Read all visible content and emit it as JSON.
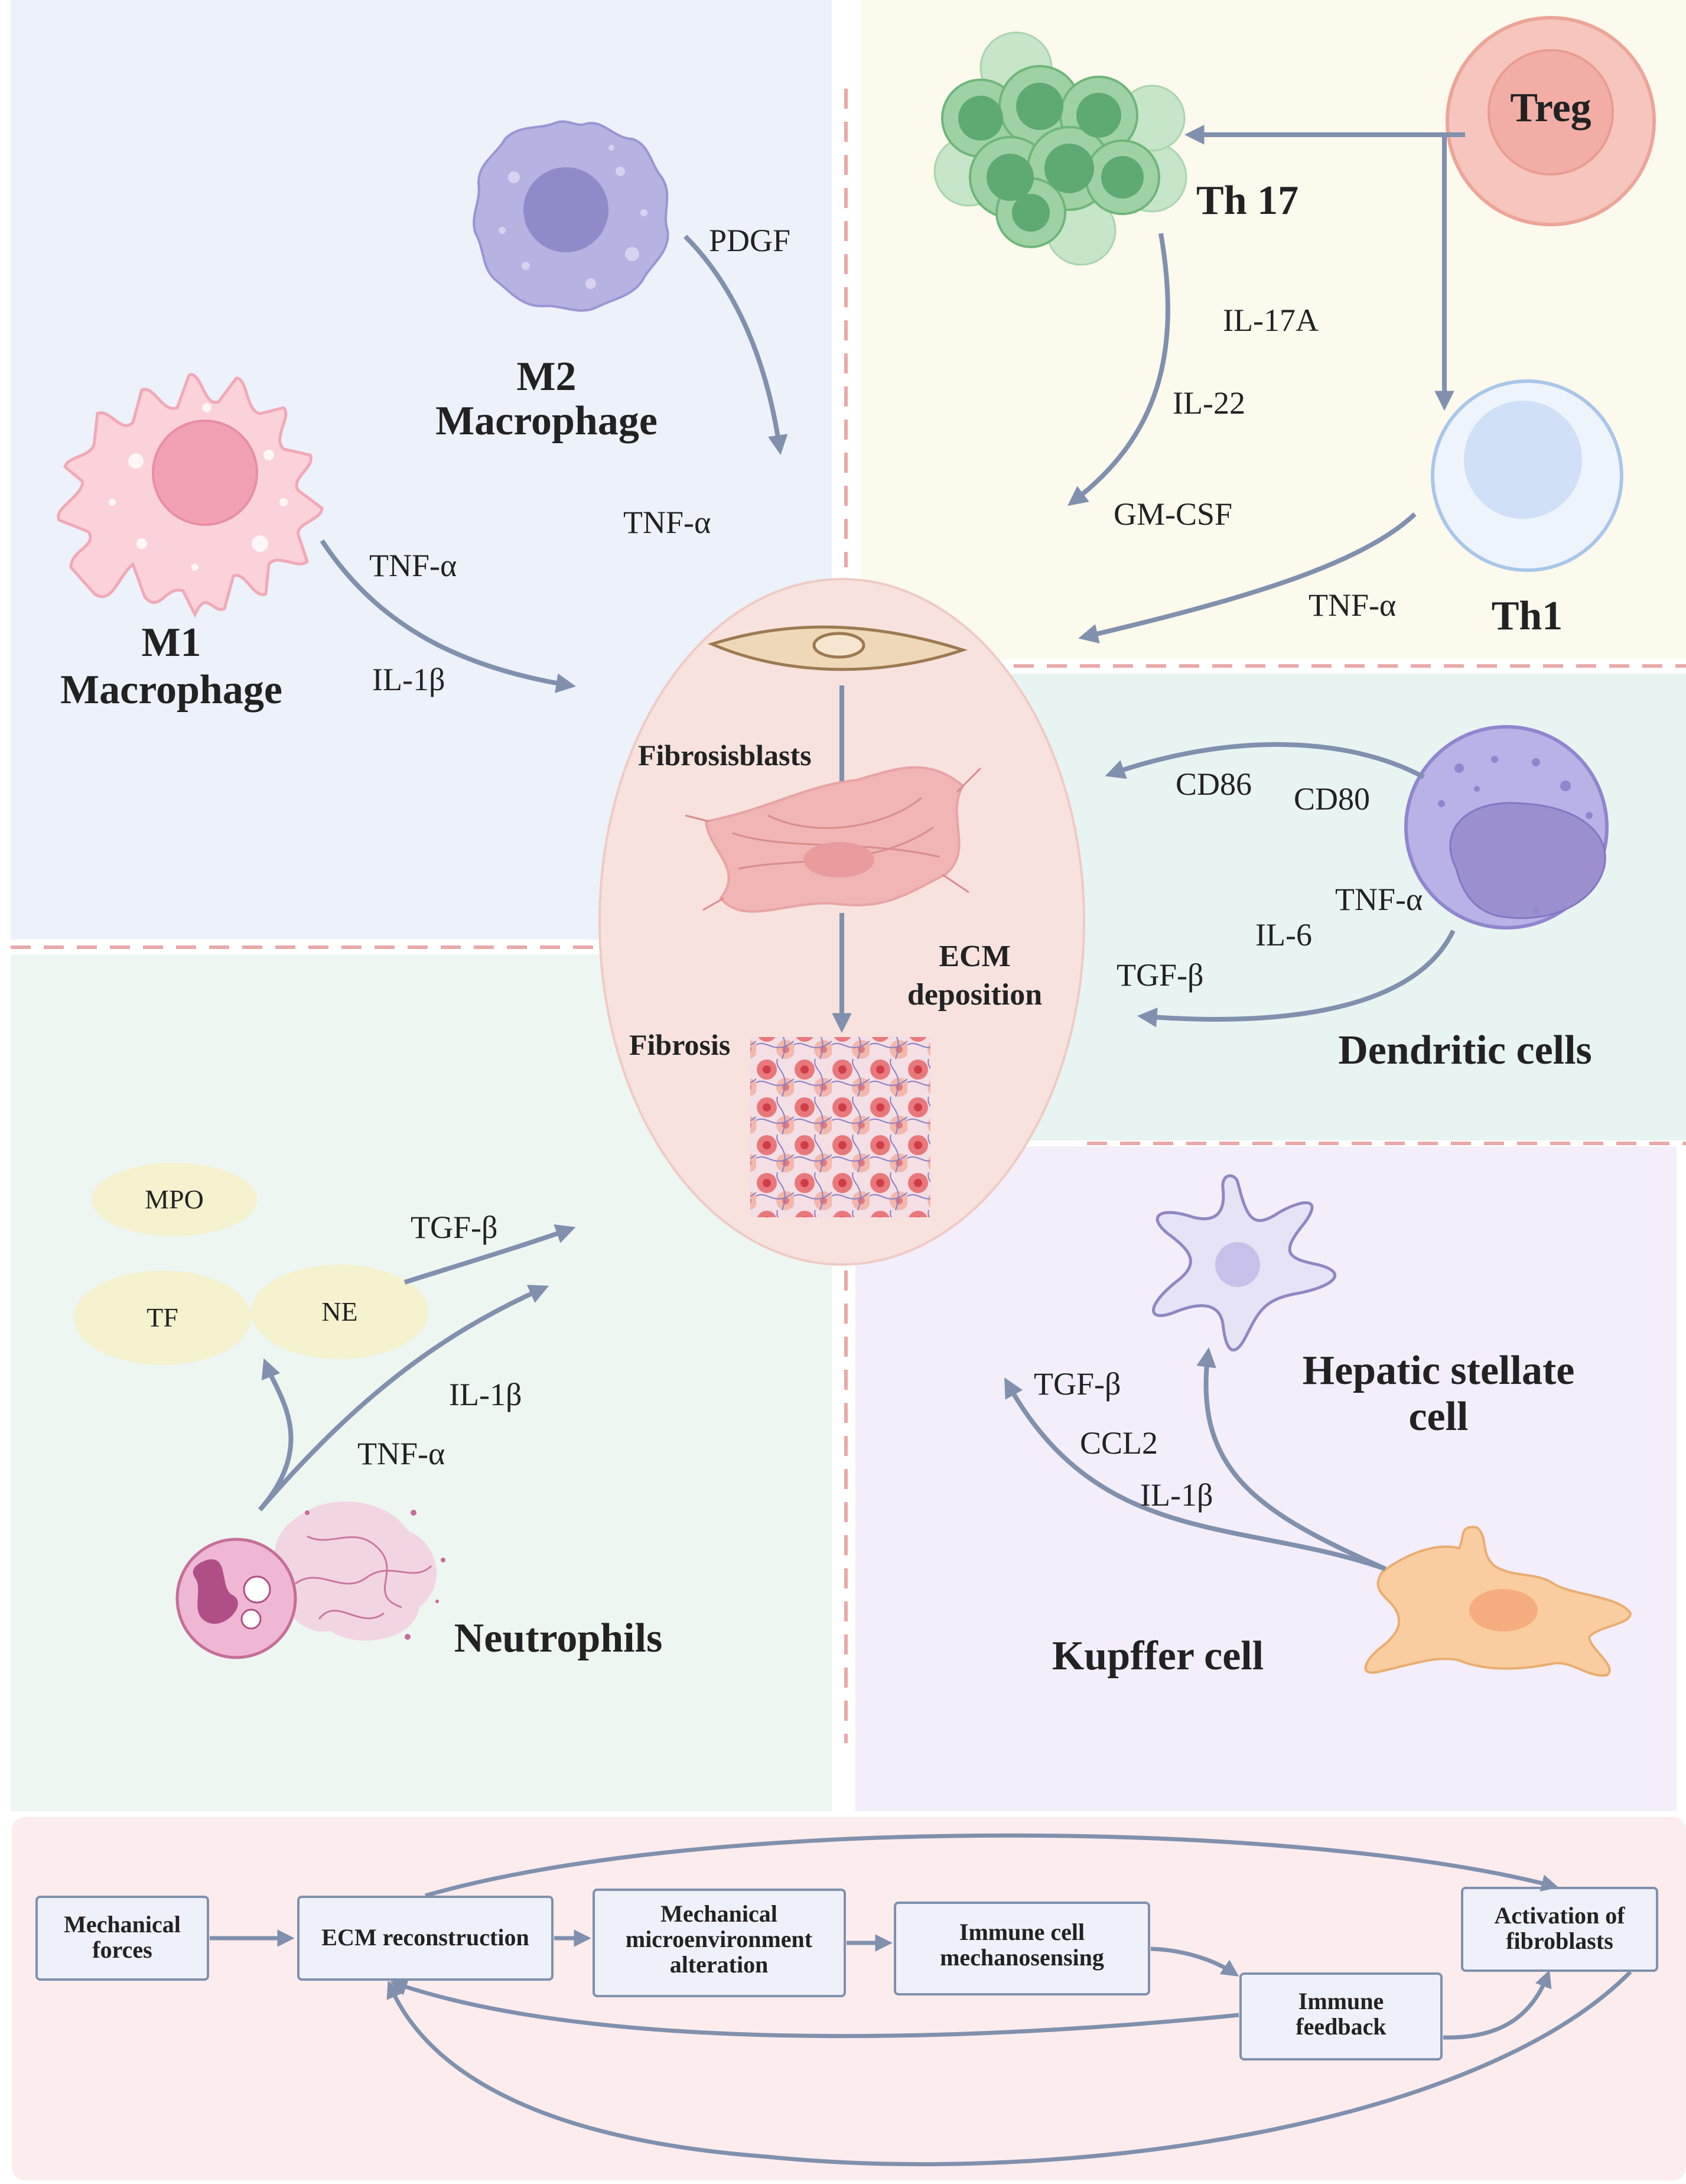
{
  "colors": {
    "panel_macrophage": "#ecf1fa",
    "panel_tcell": "#fcf9ed",
    "panel_dendritic": "#e8f4f2",
    "panel_neutrophil": "#eef6f2",
    "panel_kupffer": "#f3eefa",
    "panel_flow": "#fcecee",
    "center_ellipse": "#f7e2de",
    "arrow": "#8090ad",
    "divider_dash": "#e9a9a9"
  },
  "macrophage_panel": {
    "m2_label_line1": "M2",
    "m2_label_line2": "Macrophage",
    "m2_cytokine": "PDGF",
    "m1_label_line1": "M1",
    "m1_label_line2": "Macrophage",
    "m1_cytokine_tnf_center": "TNF-α",
    "m1_cytokine_tnf": "TNF-α",
    "m1_cytokine_il1b": "IL-1β"
  },
  "tcell_panel": {
    "treg_label": "Treg",
    "th17_label": "Th 17",
    "th1_label": "Th1",
    "th17_cytokine_1": "IL-17A",
    "th17_cytokine_2": "IL-22",
    "th17_cytokine_3": "GM-CSF",
    "th1_cytokine": "TNF-α"
  },
  "center": {
    "fibroblasts_label": "Fibrosisblasts",
    "ecm_label_line1": "ECM",
    "ecm_label_line2": "deposition",
    "fibrosis_label": "Fibrosis"
  },
  "dendritic_panel": {
    "label": "Dendritic cells",
    "cytokine_cd86": "CD86",
    "cytokine_cd80": "CD80",
    "cytokine_tnf": "TNF-α",
    "cytokine_il6": "IL-6",
    "cytokine_tgfb": "TGF-β"
  },
  "neutrophil_panel": {
    "label": "Neutrophils",
    "granule_mpo": "MPO",
    "granule_tf": "TF",
    "granule_ne": "NE",
    "cytokine_tgfb": "TGF-β",
    "cytokine_il1b": "IL-1β",
    "cytokine_tnf": "TNF-α"
  },
  "kupffer_panel": {
    "hsc_label_line1": "Hepatic stellate",
    "hsc_label_line2": "cell",
    "kupffer_label": "Kupffer cell",
    "cytokine_tgfb": "TGF-β",
    "cytokine_ccl2": "CCL2",
    "cytokine_il1b": "IL-1β"
  },
  "flow": {
    "box_mechanical_forces": [
      "Mechanical",
      "forces"
    ],
    "box_ecm_reconstruction": [
      "ECM reconstruction"
    ],
    "box_mech_microenv": [
      "Mechanical",
      "microenvironment",
      "alteration"
    ],
    "box_immune_mechanosensing": [
      "Immune cell",
      "mechanosensing"
    ],
    "box_immune_feedback": [
      "Immune",
      "feedback"
    ],
    "box_activation_fibroblasts": [
      "Activation of",
      "fibroblasts"
    ]
  }
}
